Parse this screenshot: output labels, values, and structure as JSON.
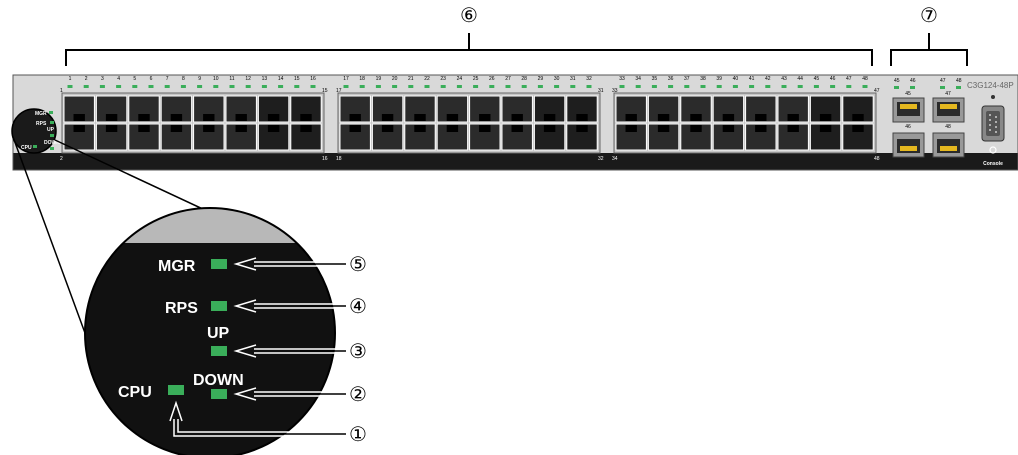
{
  "figure": {
    "model": "C3G124-48P",
    "console_label": "Console",
    "callout_numbers": [
      "①",
      "②",
      "③",
      "④",
      "⑤",
      "⑥",
      "⑦"
    ]
  },
  "front_panel": {
    "led_labels": {
      "mgr": "MGR",
      "rps": "RPS",
      "up": "UP",
      "down": "DOWN",
      "cpu": "CPU"
    },
    "port_numbers_top": [
      "1",
      "2",
      "3",
      "4",
      "5",
      "6",
      "7",
      "8",
      "9",
      "10",
      "11",
      "12",
      "13",
      "14",
      "15",
      "16",
      "17",
      "18",
      "19",
      "20",
      "21",
      "22",
      "23",
      "24",
      "25",
      "26",
      "27",
      "28",
      "29",
      "30",
      "31",
      "32",
      "33",
      "34",
      "35",
      "36",
      "37",
      "38",
      "39",
      "40",
      "41",
      "42",
      "43",
      "44",
      "45",
      "46",
      "47",
      "48"
    ],
    "block_corner_labels": {
      "b1": {
        "top_left": "1",
        "top_right": "15",
        "bottom_left": "2",
        "bottom_right": "16"
      },
      "b2": {
        "top_left": "17",
        "top_right": "31",
        "bottom_left": "18",
        "bottom_right": "32"
      },
      "b3": {
        "top_left": "33",
        "top_right": "47",
        "bottom_left": "34",
        "bottom_right": "48"
      }
    },
    "sfp_top_numbers": [
      "45",
      "46",
      "47",
      "48"
    ],
    "sfp_port_labels": [
      "45",
      "47",
      "46",
      "48"
    ]
  },
  "zoom": {
    "mgr": "MGR",
    "rps": "RPS",
    "up": "UP",
    "down": "DOWN",
    "cpu": "CPU"
  },
  "colors": {
    "led_green": "#3aae5a",
    "panel_body": "#d9d9d9",
    "panel_dark": "#1a1a1a",
    "port_cavity": "#2b2b2b",
    "sfp_gold": "#e5b81f"
  }
}
